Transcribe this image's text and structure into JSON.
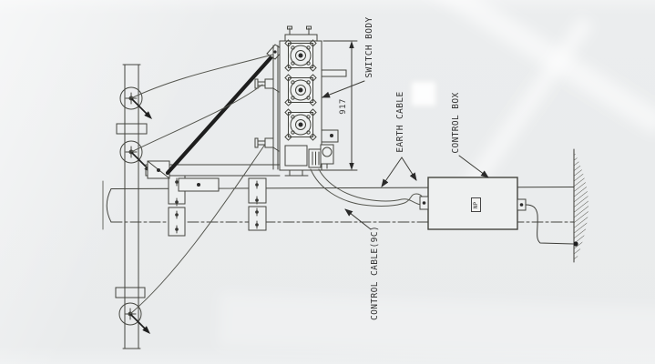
{
  "drawing": {
    "type": "technical-schematic",
    "subject": "pole mounted switch installation side view",
    "labels": {
      "switch_body": "SWITCH BODY",
      "earth_cable": "EARTH CABLE",
      "control_box": "CONTROL BOX",
      "control_cable": "CONTROL CABLE(9C)",
      "dimension_917": "917",
      "box_badge": "NP"
    },
    "colors": {
      "ink": "#44453f",
      "ink_dark": "#1e1e1e",
      "paper": "#eef0f0",
      "background": "#ebedee"
    }
  }
}
